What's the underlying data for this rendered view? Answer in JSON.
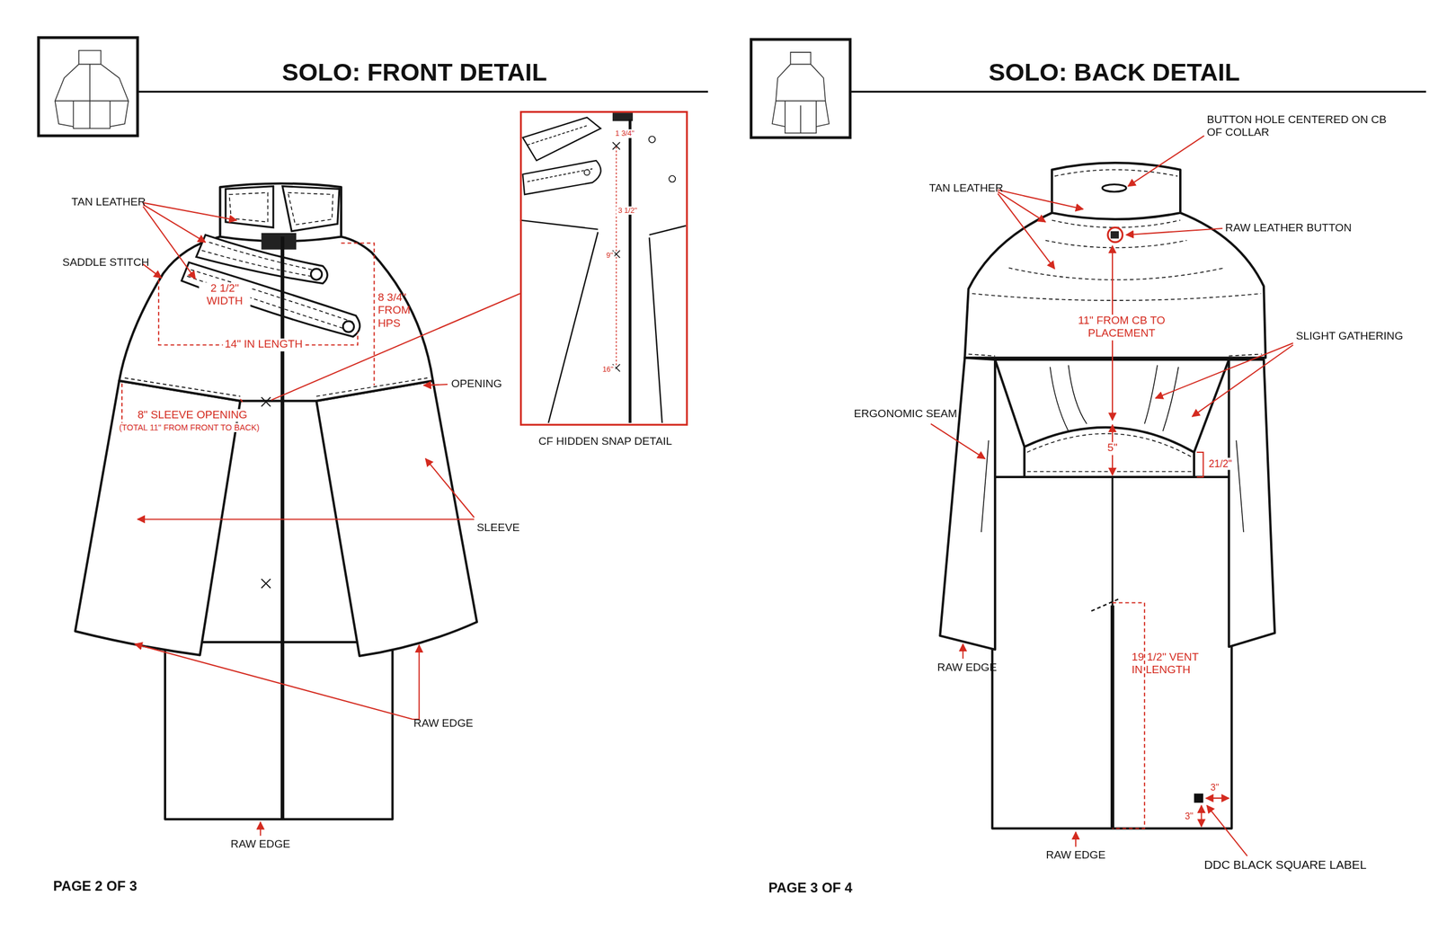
{
  "diagram": {
    "title": "SOLO: FRONT DETAIL",
    "nodes": [
      {
        "text": [
          "CF HIDDEN SNAP DETAIL",
          "1 3/4\"",
          "3 1/2\"",
          "9\"",
          "16\""
        ]
      }
    ],
    "labels": [
      "TAN LEATHER",
      "SADDLE STITCH",
      "2 1/2\" WIDTH",
      "8 3/4\" FROM HPS",
      "14\" IN LENGTH",
      "OPENING",
      "8\" SLEEVE OPENING",
      "(TOTAL 11\" FROM FRONT TO BACK)",
      "SLEEVE",
      "RAW EDGE",
      "RAW EDGE",
      "PAGE 2 OF 3",
      "SOLO: BACK DETAIL",
      "BUTTON HOLE CENTERED ON CB OF COLLAR",
      "TAN LEATHER",
      "RAW LEATHER BUTTON",
      "11\" FROM CB TO PLACEMENT",
      "SLIGHT GATHERING",
      "ERGONOMIC SEAM",
      "5\"",
      "21/2\"",
      "RAW EDGE",
      "19 1/2\" VENT IN LENGTH",
      "3\"",
      "3\"",
      "RAW EDGE",
      "DDC BLACK SQUARE LABEL",
      "PAGE 3 OF 4"
    ]
  }
}
